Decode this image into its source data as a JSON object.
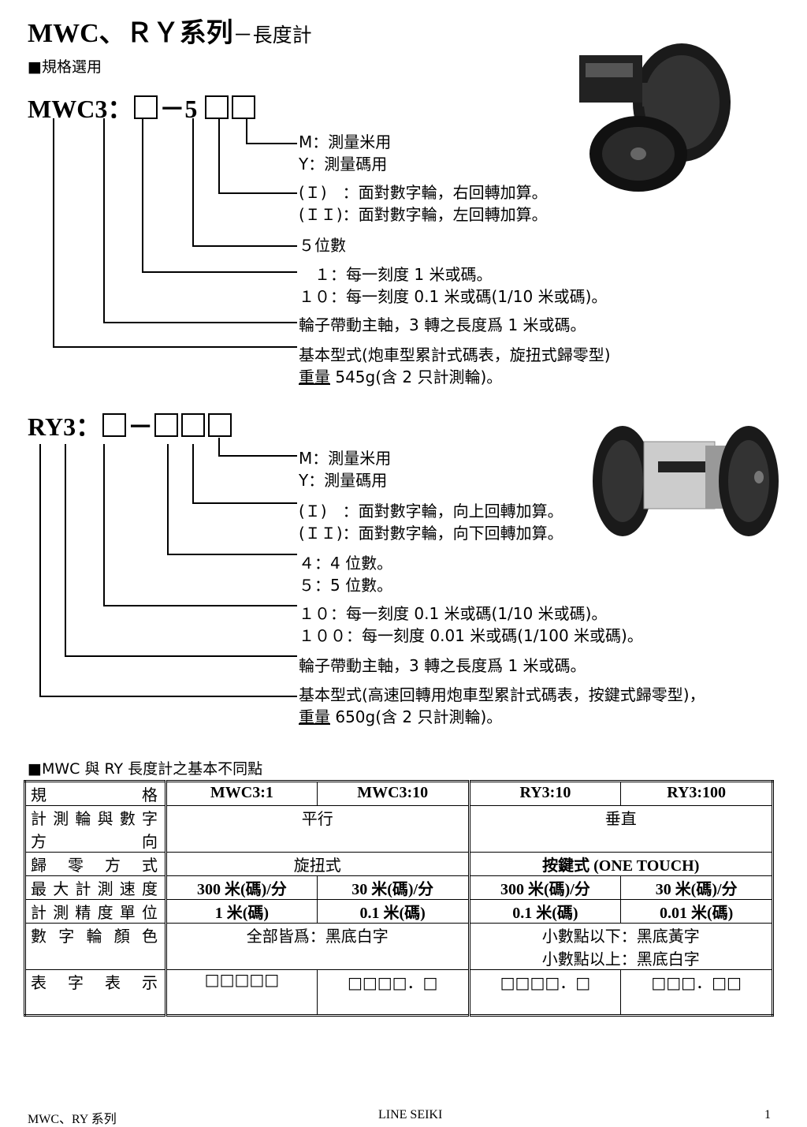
{
  "title": {
    "main": "MWC、ＲＹ系列",
    "sub": "－長度計"
  },
  "spec_heading": "■規格選用",
  "mwc": {
    "model_prefix": "MWC3：",
    "model_dash": "－5",
    "lines": [
      [
        "M：測量米用",
        "Y：測量碼用"
      ],
      [
        "(Ｉ)　：面對數字輪，右回轉加算。",
        "(ＩＩ)：面對數字輪，左回轉加算。"
      ],
      [
        "５位數"
      ],
      [
        "　１：每一刻度 1 米或碼。",
        "１０：每一刻度 0.1 米或碼(1/10 米或碼)。"
      ],
      [
        "輪子帶動主軸，3 轉之長度爲 1 米或碼。"
      ],
      [
        "基本型式(炮車型累計式碼表，旋扭式歸零型)"
      ]
    ],
    "weight_label": "重量",
    "weight_text": " 545g(含 2 只計測輪)。"
  },
  "ry": {
    "model_prefix": "RY3：",
    "model_dash": "－",
    "lines": [
      [
        "M：測量米用",
        "Y：測量碼用"
      ],
      [
        "(Ｉ)　：面對數字輪，向上回轉加算。",
        "(ＩＩ)：面對數字輪，向下回轉加算。"
      ],
      [
        "４：4 位數。",
        "５：5 位數。"
      ],
      [
        "１０：每一刻度 0.1 米或碼(1/10 米或碼)。",
        "１００：每一刻度 0.01 米或碼(1/100 米或碼)。"
      ],
      [
        "輪子帶動主軸，3 轉之長度爲 1 米或碼。"
      ],
      [
        "基本型式(高速回轉用炮車型累計式碼表，按鍵式歸零型)，"
      ]
    ],
    "weight_label": "重量",
    "weight_text": " 650g(含 2 只計測輪)。"
  },
  "compare_heading": "■MWC 與 RY 長度計之基本不同點",
  "table": {
    "header": {
      "label": "規格",
      "cols": [
        "MWC3:1",
        "MWC3:10",
        "RY3:10",
        "RY3:100"
      ]
    },
    "rows": {
      "direction": {
        "label1": "計測輪與數字",
        "label2": "方向",
        "mwc": "平行",
        "ry": "垂直"
      },
      "reset": {
        "label": "歸零方式",
        "mwc": "旋扭式",
        "ry": "按鍵式  (ONE TOUCH)"
      },
      "speed": {
        "label": "最大計測速度",
        "cols": [
          "300 米(碼)/分",
          "30 米(碼)/分",
          "300 米(碼)/分",
          "30 米(碼)/分"
        ]
      },
      "precision": {
        "label": "計測精度單位",
        "cols": [
          "1 米(碼)",
          "0.1 米(碼)",
          "0.1 米(碼)",
          "0.01 米(碼)"
        ]
      },
      "color": {
        "label": "數字輪顏色",
        "mwc": "全部皆爲：黑底白字",
        "ry1": "小數點以下：黑底黃字",
        "ry2": "小數點以上：黑底白字"
      },
      "display": {
        "label": "表字表示",
        "cols": [
          "□□□□□",
          "□□□□．□",
          "□□□□．□",
          "□□□．□□"
        ]
      }
    }
  },
  "footer": {
    "left": "MWC、RY 系列",
    "center": "LINE SEIKI",
    "right": "1"
  }
}
